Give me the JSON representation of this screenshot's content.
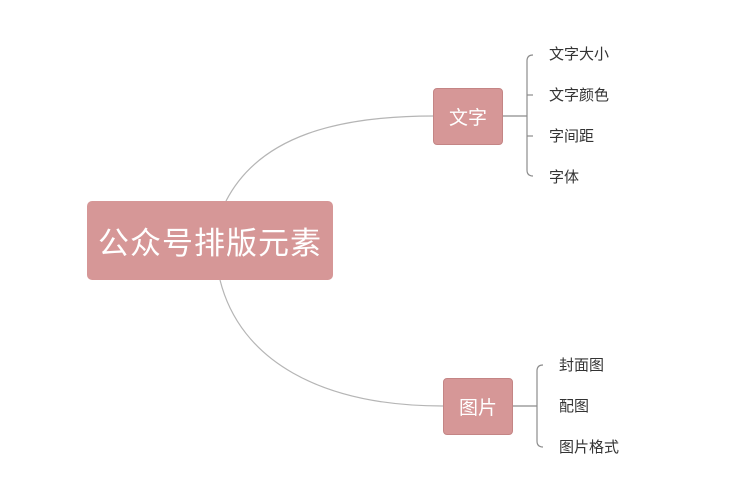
{
  "root": {
    "label": "公众号排版元素"
  },
  "branches": [
    {
      "label": "文字",
      "children": [
        "文字大小",
        "文字颜色",
        "字间距",
        "字体"
      ]
    },
    {
      "label": "图片",
      "children": [
        "封面图",
        "配图",
        "图片格式"
      ]
    }
  ],
  "colors": {
    "node_fill": "#d69797",
    "node_text": "#ffffff",
    "connector": "#b5b5b5",
    "leaf_text": "#333333"
  }
}
